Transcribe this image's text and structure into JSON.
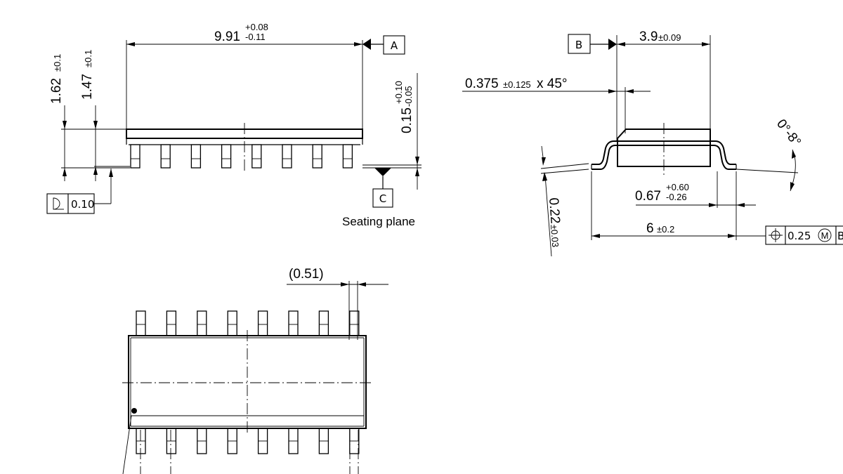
{
  "side_view": {
    "length": {
      "nominal": "9.91",
      "plus": "+0.08",
      "minus": "-0.11"
    },
    "total_height": {
      "nominal": "1.62",
      "tol": "±0.1"
    },
    "body_height": {
      "nominal": "1.47",
      "tol": "±0.1"
    },
    "standoff": {
      "nominal": "0.15",
      "plus": "+0.10",
      "minus": "-0.05"
    },
    "datum_a": "A",
    "datum_c": "C",
    "seating_plane": "Seating plane",
    "flatness_value": "0.10"
  },
  "end_view": {
    "datum_b": "B",
    "body_width": {
      "nominal": "3.9",
      "tol": "±0.09"
    },
    "chamfer": {
      "nominal": "0.375",
      "tol": "±0.125",
      "suffix": " x 45°"
    },
    "lead_angle": "0°-8°",
    "lead_thickness": {
      "nominal": "0.22",
      "tol": "±0.03"
    },
    "foot_length": {
      "nominal": "0.67",
      "plus": "+0.60",
      "minus": "-0.26"
    },
    "overall_width": {
      "nominal": "6",
      "tol": "±0.2"
    },
    "position_tol": {
      "value": "0.25",
      "modifier": "M",
      "datum": "B"
    }
  },
  "top_view": {
    "lead_width_ref": "(0.51)"
  }
}
